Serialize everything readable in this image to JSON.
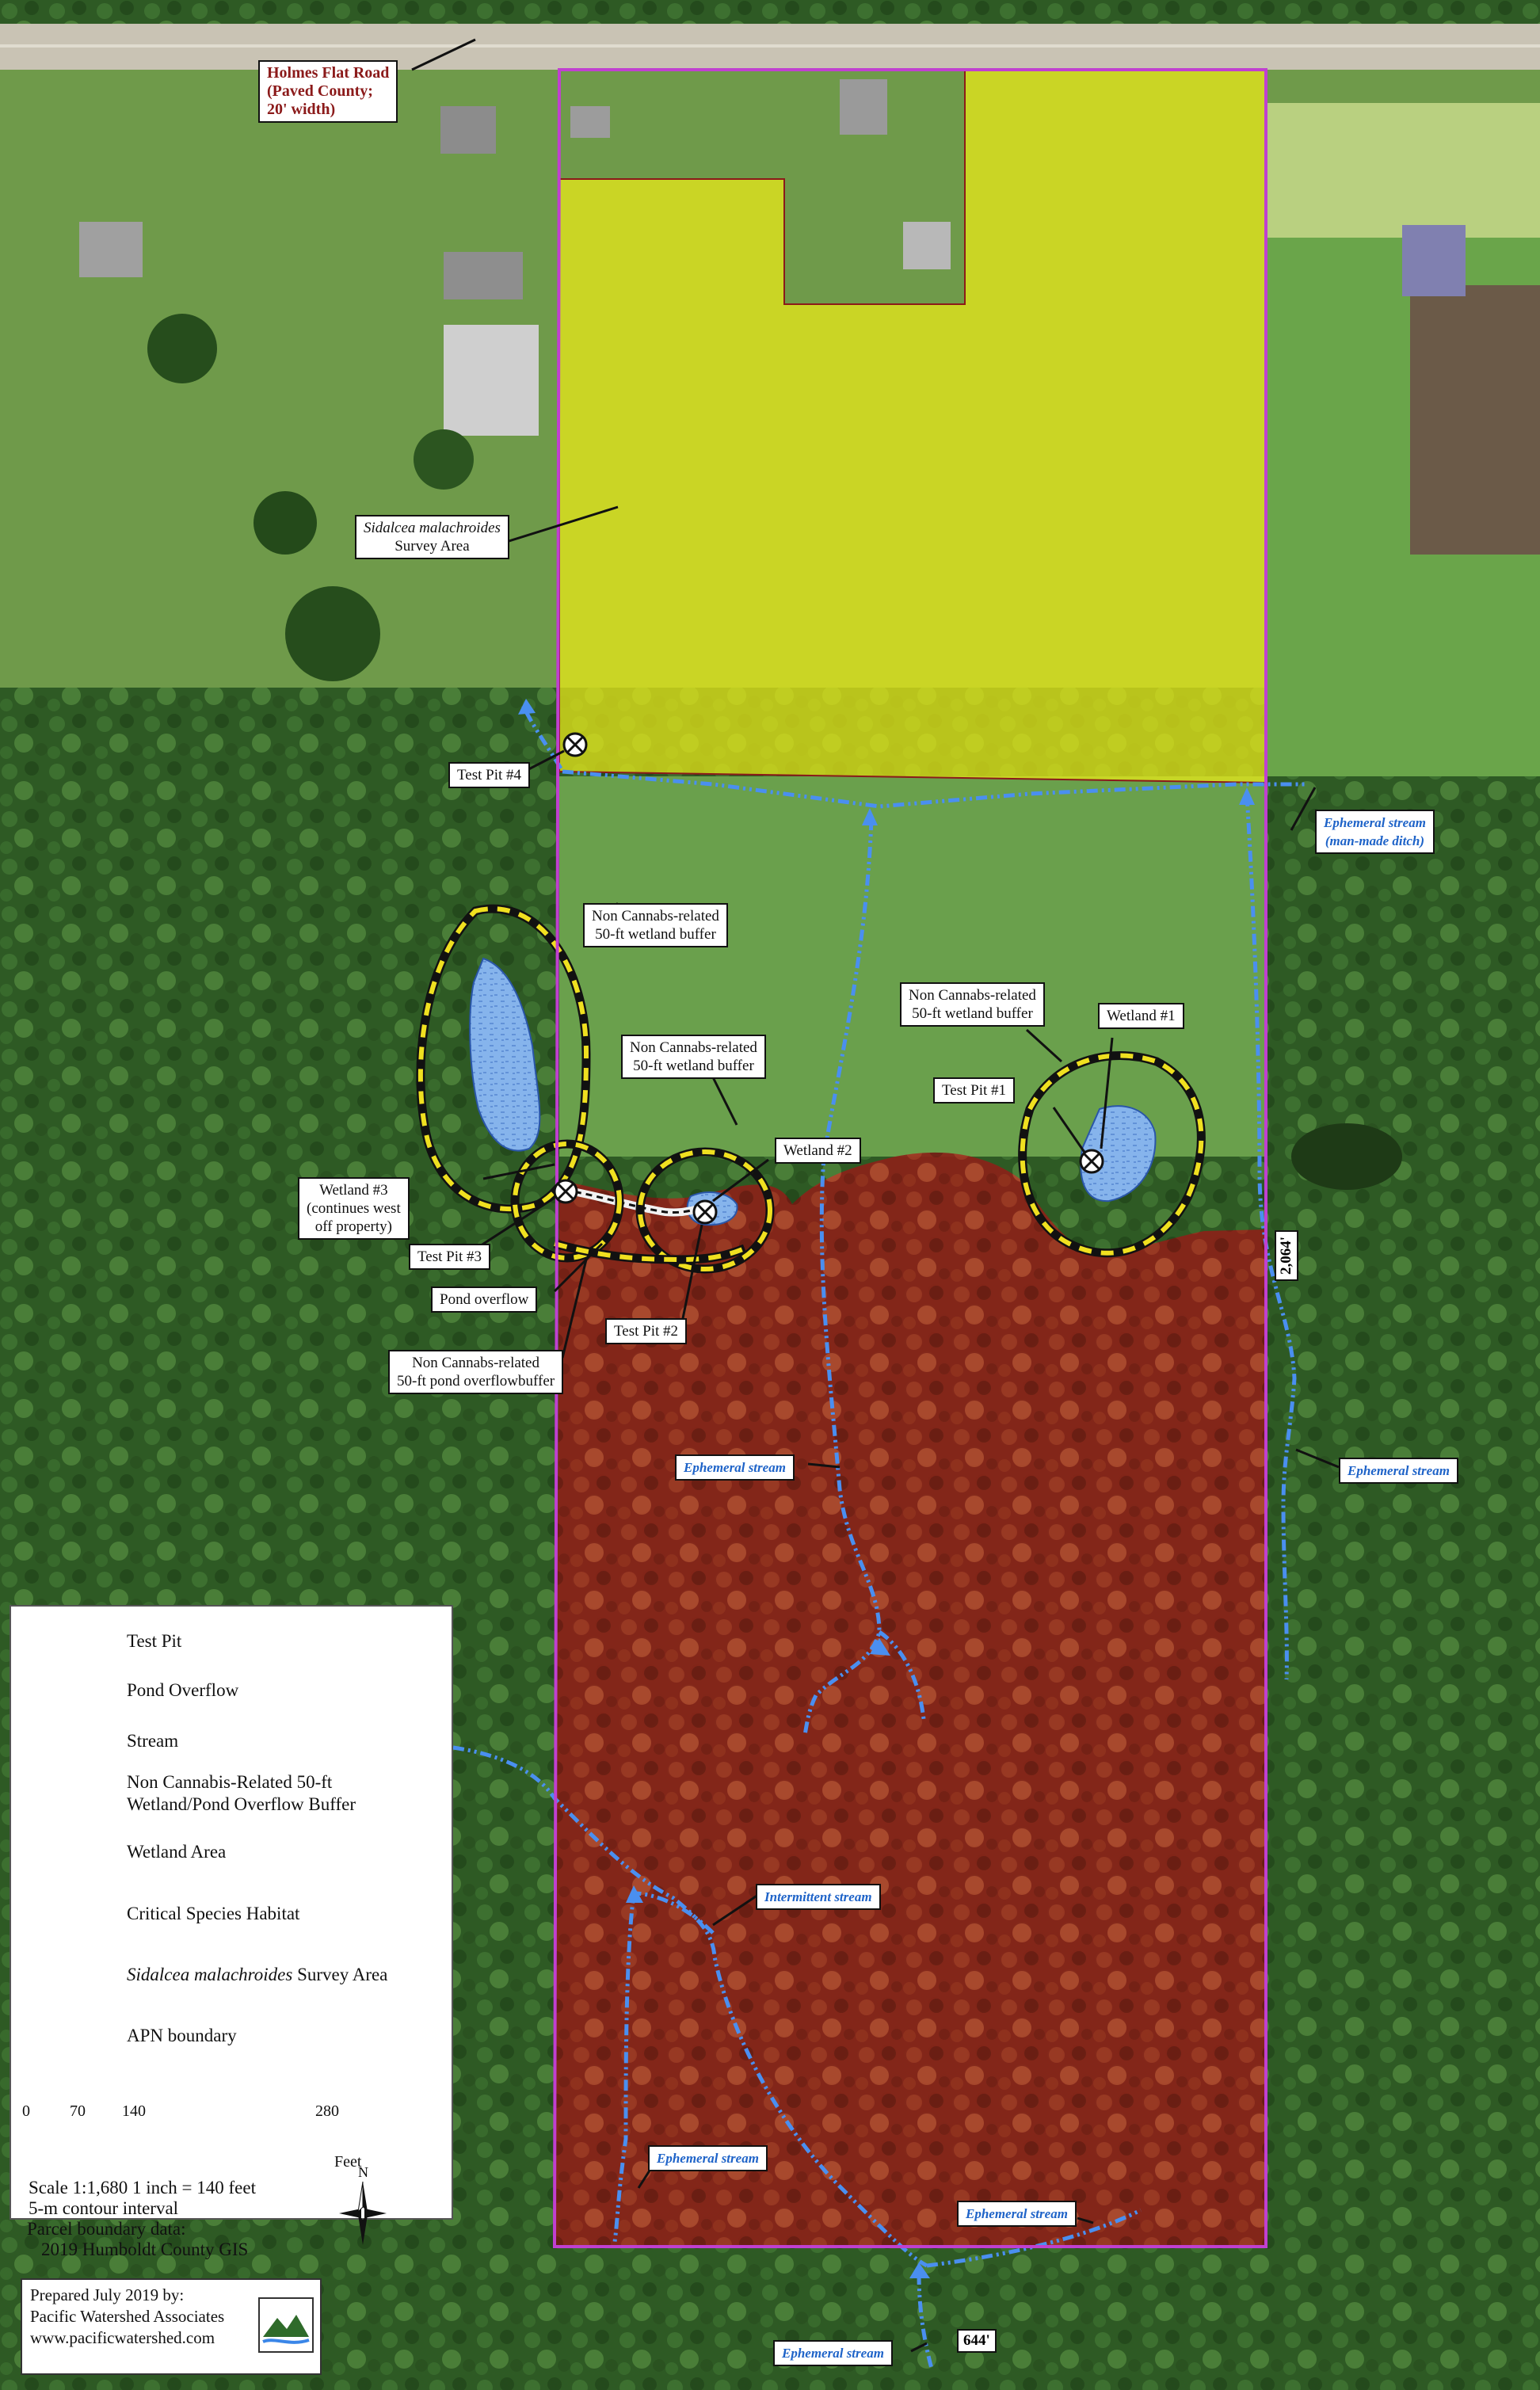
{
  "labels": {
    "road": [
      "Holmes Flat Road",
      "(Paved County;",
      "20' width)"
    ],
    "survey_area_species": "Sidalcea malachroides",
    "survey_area_text": "Survey Area",
    "test_pit_4": "Test Pit #4",
    "test_pit_1": "Test Pit #1",
    "test_pit_2": "Test Pit #2",
    "test_pit_3": "Test Pit #3",
    "buffer_1": [
      "Non Cannabs-related",
      "50-ft wetland buffer"
    ],
    "buffer_2": [
      "Non Cannabs-related",
      "50-ft wetland buffer"
    ],
    "buffer_3": [
      "Non Cannabs-related",
      "50-ft wetland buffer"
    ],
    "buffer_pond": [
      "Non Cannabs-related",
      "50-ft pond overflowbuffer"
    ],
    "wetland_1": "Wetland #1",
    "wetland_2": "Wetland #2",
    "wetland_3": [
      "Wetland #3",
      "(continues west",
      "off property)"
    ],
    "pond_overflow": "Pond overflow",
    "ephemeral_ditch": [
      "Ephemeral stream",
      "(man-made ditch)"
    ],
    "ephemeral_center": "Ephemeral stream",
    "ephemeral_east": "Ephemeral stream",
    "intermittent": "Intermittent stream",
    "ephemeral_sw": "Ephemeral stream",
    "ephemeral_se": "Ephemeral stream",
    "ephemeral_bottom": "Ephemeral stream",
    "dim_east": "2,064'",
    "dim_south": "644'"
  },
  "legend": {
    "items": [
      {
        "symbol": "test-pit",
        "label": [
          "Test Pit"
        ]
      },
      {
        "symbol": "pond-overflow",
        "label": [
          "Pond Overflow"
        ]
      },
      {
        "symbol": "stream",
        "label": [
          "Stream"
        ]
      },
      {
        "symbol": "buffer",
        "label": [
          "Non Cannabis-Related 50-ft",
          "Wetland/Pond Overflow Buffer"
        ]
      },
      {
        "symbol": "wetland",
        "label": [
          "Wetland Area"
        ]
      },
      {
        "symbol": "critical",
        "label": [
          "Critical Species Habitat"
        ]
      },
      {
        "symbol": "survey",
        "label_italic": "Sidalcea malachroides",
        "label_rest": " Survey Area"
      },
      {
        "symbol": "apn",
        "label": [
          "APN boundary"
        ]
      }
    ],
    "scale_ticks": [
      "0",
      "70",
      "140",
      "280"
    ],
    "scale_unit": "Feet",
    "scale_text": "Scale 1:1,680 1 inch = 140 feet",
    "contour_text": "5-m contour interval",
    "parcel_text": "Parcel boundary data:",
    "parcel_source": "2019 Humboldt County GIS",
    "north_label": "N"
  },
  "credit": {
    "line1": "Prepared July 2019 by:",
    "line2": "Pacific Watershed Associates",
    "line3": "www.pacificwatershed.com"
  },
  "colors": {
    "critical_habitat": "#8b1a1a",
    "survey_area": "#e8e81a",
    "apn_boundary": "#c040d0",
    "stream": "#3a86e8",
    "wetland": "#8fb8f0",
    "buffer_dash": "#f0e020"
  }
}
